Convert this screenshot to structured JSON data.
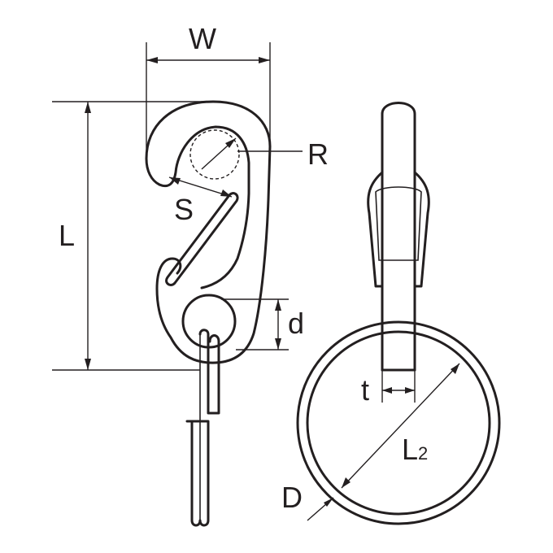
{
  "labels": {
    "width": "W",
    "radius": "R",
    "opening": "S",
    "length": "L",
    "eye_diameter": "d",
    "thickness": "t",
    "ring_length": "L",
    "ring_length_sub": "2",
    "wire_diameter": "D"
  }
}
